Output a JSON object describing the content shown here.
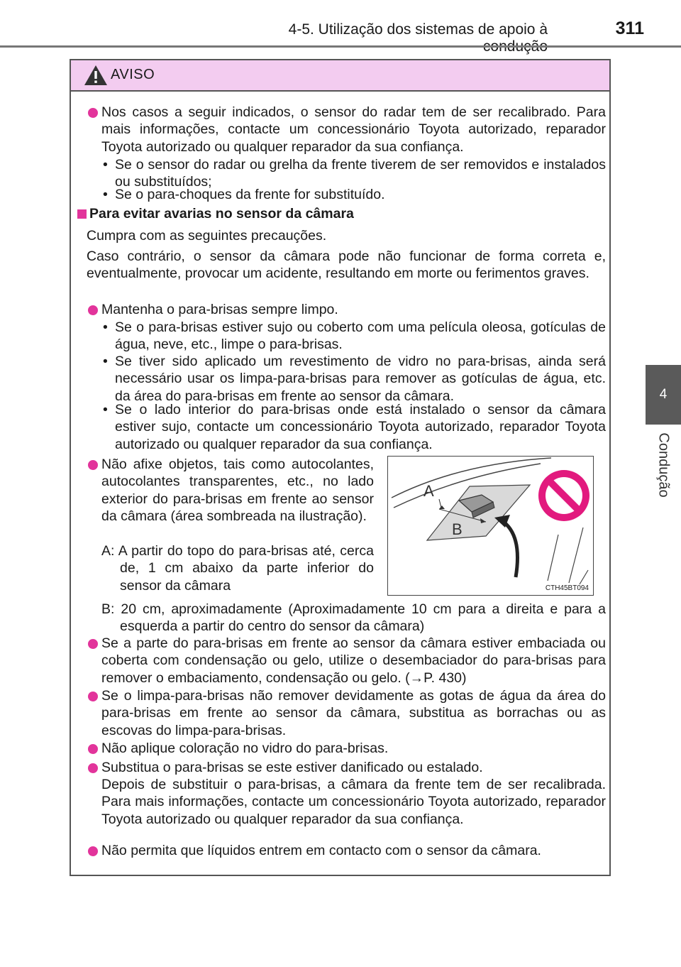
{
  "header": {
    "title": "4-5. Utilização dos sistemas de apoio à condução",
    "page_number": "311"
  },
  "side_tab": {
    "number": "4",
    "label": "Condução"
  },
  "warning": {
    "title": "AVISO",
    "p1": "Nos casos a seguir indicados, o sensor do radar tem de ser recalibrado. Para mais informações, contacte um concessionário Toyota autorizado, reparador Toyota autorizado ou qualquer reparador da sua confiança.",
    "p1_sub1": "Se o sensor do radar ou grelha da frente tiverem de ser removidos e instalados ou substituídos;",
    "p1_sub2": "Se o para-choques da frente for substituído.",
    "section_heading": "Para evitar avarias no sensor da câmara",
    "intro1": "Cumpra com as seguintes precauções.",
    "intro2": "Caso contrário, o sensor da câmara pode não funcionar de forma correta e, eventualmente, provocar um acidente, resultando em morte ou ferimentos graves.",
    "p2": "Mantenha o para-brisas sempre limpo.",
    "p2_sub1": "Se o para-brisas estiver sujo ou coberto com uma película oleosa, gotículas de água, neve, etc., limpe o para-brisas.",
    "p2_sub2": "Se tiver sido aplicado um revestimento de vidro no para-brisas, ainda será necessário usar os limpa-para-brisas para remover as gotículas de água, etc. da área do para-brisas em frente ao sensor da câmara.",
    "p2_sub3": "Se o lado interior do para-brisas onde está instalado o sensor da câmara estiver sujo, contacte um concessionário Toyota autorizado, reparador Toyota autorizado ou qualquer reparador da sua confiança.",
    "p3": "Não afixe objetos, tais como autocolantes, autocolantes transparentes, etc., no lado exterior do para-brisas em frente ao sensor da câmara (área sombreada na ilustração).",
    "p3_a": "A: A partir do topo do para-brisas até, cerca de, 1 cm abaixo da parte inferior do sensor da câmara",
    "p3_b": "B: 20 cm, aproximadamente (Aproximadamente 10 cm para a direita e para a esquerda a partir do centro do sensor da câmara)",
    "p4": "Se a parte do para-brisas em frente ao sensor da câmara estiver embaciada ou coberta com condensação ou gelo, utilize o desembaciador do para-brisas para remover o embaciamento, condensação ou gelo. (→P. 430)",
    "p5": "Se o limpa-para-brisas não remover devidamente as gotas de água da área do para-brisas em frente ao sensor da câmara, substitua as borrachas ou as escovas do limpa-para-brisas.",
    "p6": "Não aplique coloração no vidro do para-brisas.",
    "p7a": "Substitua o para-brisas se este estiver danificado ou estalado.",
    "p7b": "Depois de substituir o para-brisas, a câmara da frente tem de ser recalibrada. Para mais informações, contacte um concessionário Toyota autorizado, reparador Toyota autorizado ou qualquer reparador da sua confiança.",
    "p8": "Não permita que líquidos entrem em contacto com o sensor da câmara."
  },
  "illustration": {
    "label_a": "A",
    "label_b": "B",
    "code": "CTH45BT094"
  },
  "colors": {
    "accent": "#e2349b",
    "warning_header_bg": "#f3ccf0",
    "no_sign": "#e21a7e"
  }
}
